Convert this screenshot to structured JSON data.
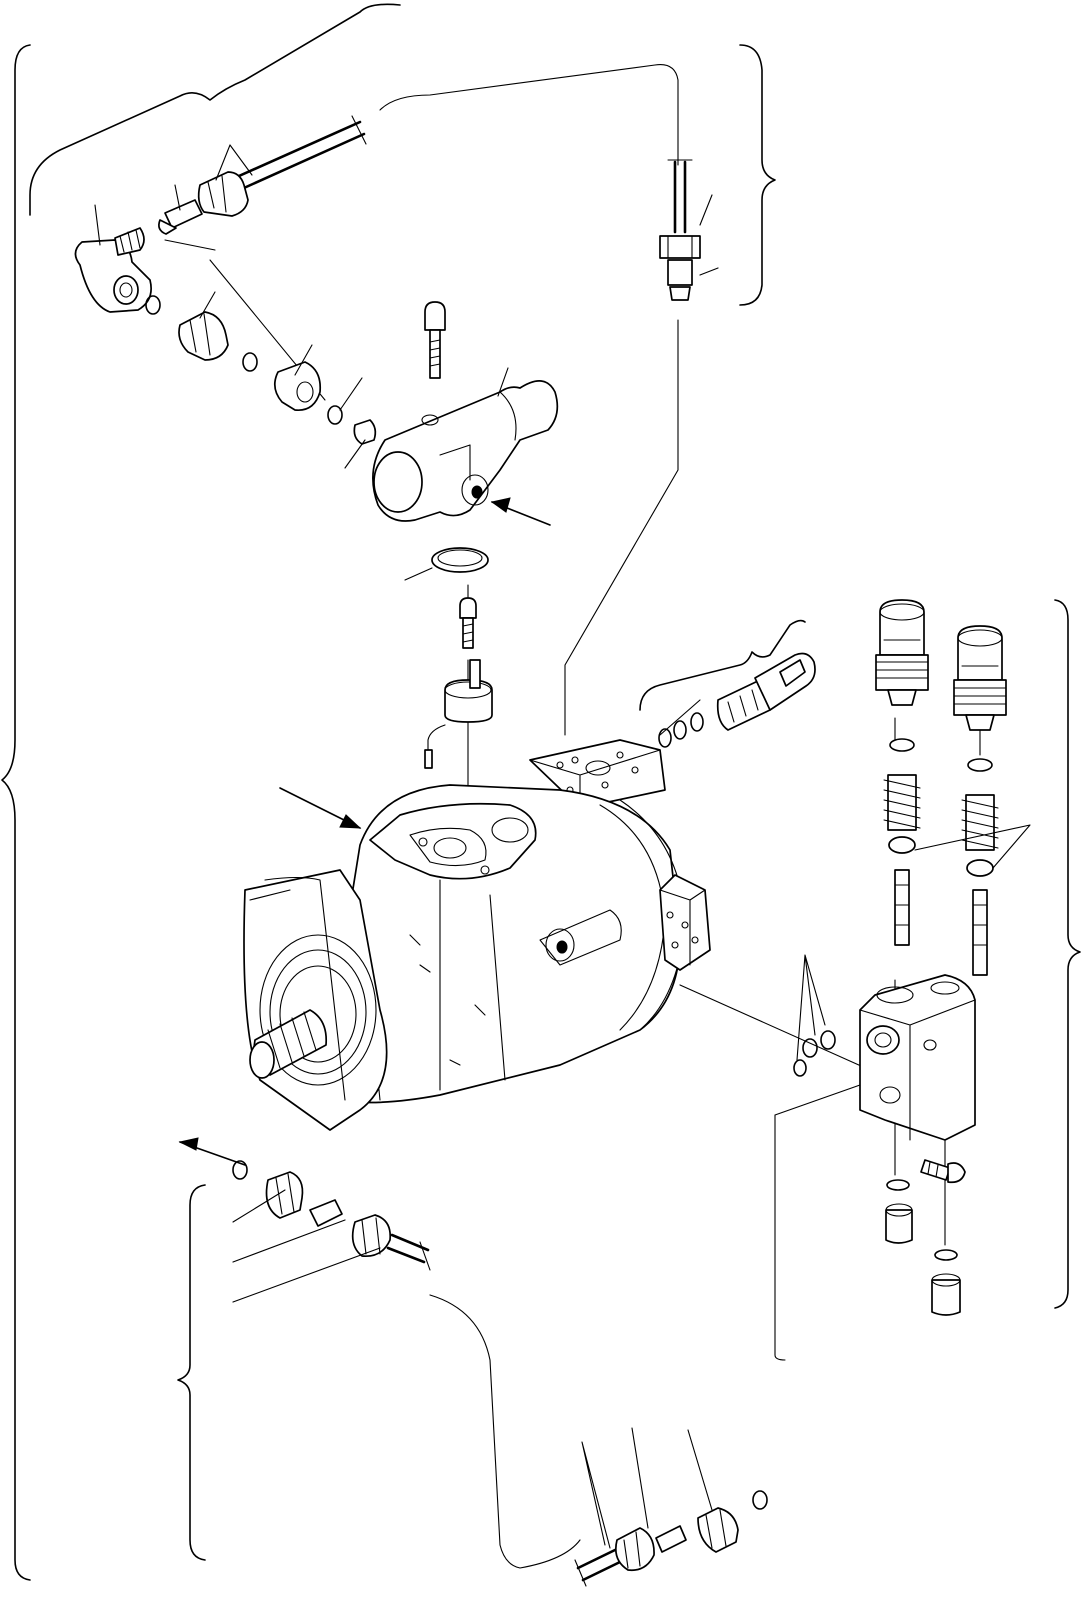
{
  "diagram": {
    "line_color": "#000000",
    "background": "#ffffff",
    "icons": [
      "exploded-parts-drawing",
      "hydraulic-pump",
      "relief-valve",
      "solenoid-valve",
      "hose-fitting",
      "o-ring",
      "arrow-icon"
    ]
  }
}
